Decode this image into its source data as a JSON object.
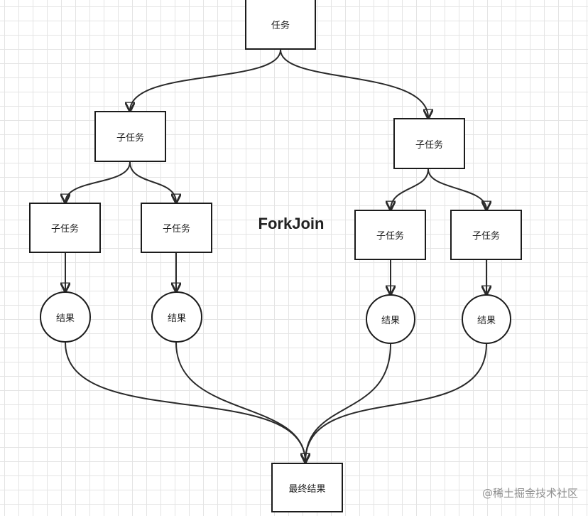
{
  "diagram": {
    "title": "ForkJoin",
    "root": "任务",
    "subtask_left": "子任务",
    "subtask_right": "子任务",
    "leaf_tasks": [
      "子任务",
      "子任务",
      "子任务",
      "子任务"
    ],
    "results": [
      "结果",
      "结果",
      "结果",
      "结果"
    ],
    "final": "最终结果"
  },
  "watermark": "@稀土掘金技术社区",
  "colors": {
    "stroke": "#1c1c1c",
    "grid": "#e4e4e4",
    "background": "#ffffff"
  }
}
